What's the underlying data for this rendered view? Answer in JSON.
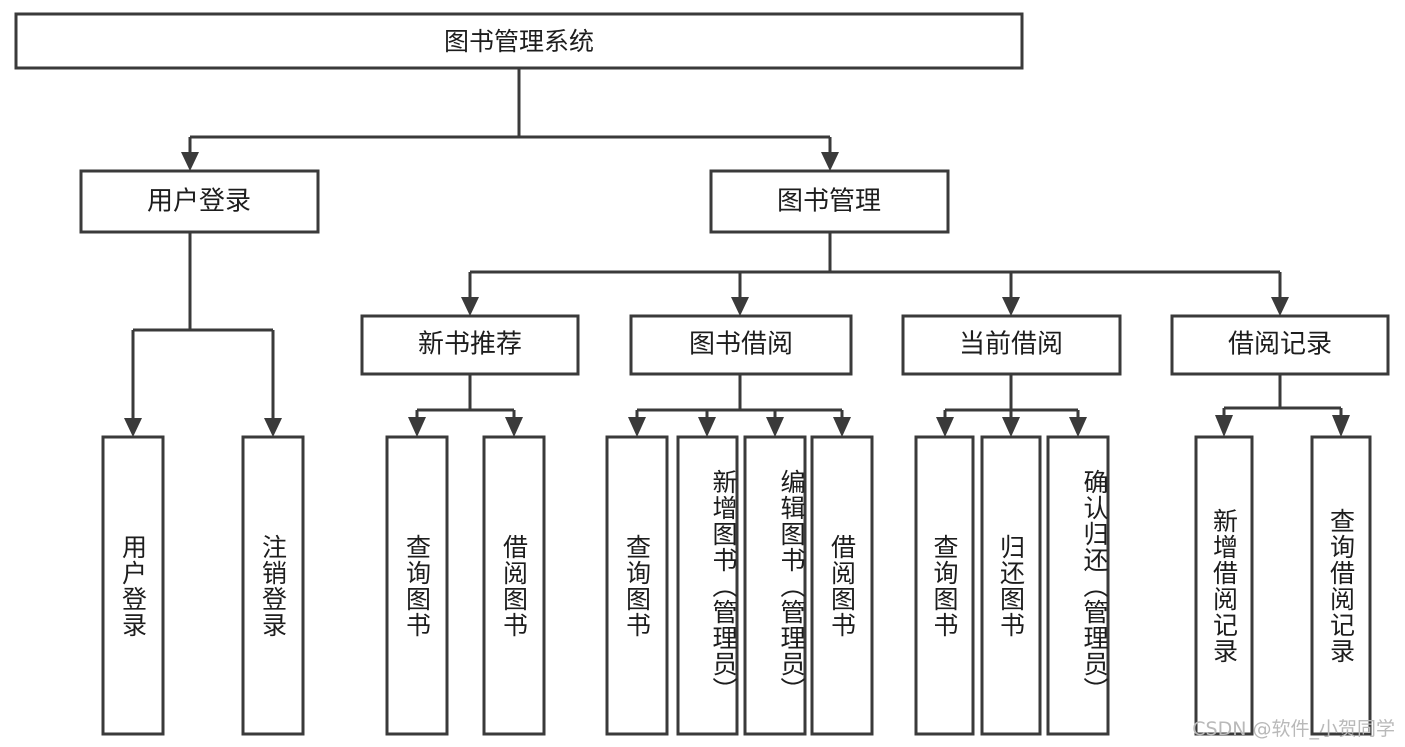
{
  "diagram": {
    "title": "图书管理系统",
    "type": "hierarchy-tree",
    "orientation": "top-down",
    "colors": {
      "box_stroke": "#3a3a3a",
      "box_fill": "#ffffff",
      "text": "#1d1d1d",
      "background": "#ffffff",
      "watermark": "#b9b9b9"
    },
    "root": {
      "label": "图书管理系统"
    },
    "level2": [
      {
        "label": "用户登录"
      },
      {
        "label": "图书管理"
      }
    ],
    "level3": [
      {
        "label": "新书推荐"
      },
      {
        "label": "图书借阅"
      },
      {
        "label": "当前借阅"
      },
      {
        "label": "借阅记录"
      }
    ],
    "leaves": {
      "user_login": [
        {
          "label": "用户登录"
        },
        {
          "label": "注销登录"
        }
      ],
      "new_book_recommend": [
        {
          "label": "查询图书"
        },
        {
          "label": "借阅图书"
        }
      ],
      "book_borrow": [
        {
          "label": "查询图书"
        },
        {
          "label": "新增图书（管理员）"
        },
        {
          "label": "编辑图书（管理员）"
        },
        {
          "label": "借阅图书"
        }
      ],
      "current_borrow": [
        {
          "label": "查询图书"
        },
        {
          "label": "归还图书"
        },
        {
          "label": "确认归还（管理员）"
        }
      ],
      "borrow_record": [
        {
          "label": "新增借阅记录"
        },
        {
          "label": "查询借阅记录"
        }
      ]
    }
  },
  "watermark": {
    "text": "CSDN @软件_小贺同学"
  }
}
